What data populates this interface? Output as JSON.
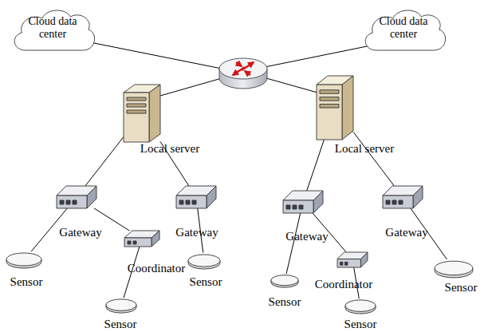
{
  "diagram": {
    "nodes": [
      {
        "text": [
          "Cloud data center"
        ]
      },
      {
        "text": [
          "Cloud data center"
        ]
      },
      {
        "text": [
          "Local server"
        ]
      },
      {
        "text": [
          "Local server"
        ]
      },
      {
        "text": [
          "Gateway"
        ]
      },
      {
        "text": [
          "Gateway"
        ]
      },
      {
        "text": [
          "Gateway"
        ]
      },
      {
        "text": [
          "Gateway"
        ]
      },
      {
        "text": [
          "Coordinator"
        ]
      },
      {
        "text": [
          "Coordinator"
        ]
      },
      {
        "text": [
          "Sensor"
        ]
      },
      {
        "text": [
          "Sensor"
        ]
      },
      {
        "text": [
          "Sensor"
        ]
      },
      {
        "text": [
          "Sensor"
        ]
      },
      {
        "text": [
          "Sensor"
        ]
      },
      {
        "text": [
          "Sensor"
        ]
      }
    ],
    "edges": [
      {
        "from": 2,
        "to": 4,
        "arrow": "none"
      },
      {
        "from": 2,
        "to": 5,
        "arrow": "none"
      },
      {
        "from": 3,
        "to": 6,
        "arrow": "none"
      },
      {
        "from": 3,
        "to": 7,
        "arrow": "none"
      },
      {
        "from": 4,
        "to": 10,
        "arrow": "none"
      },
      {
        "from": 4,
        "to": 8,
        "arrow": "none"
      },
      {
        "from": 8,
        "to": 14,
        "arrow": "none"
      },
      {
        "from": 5,
        "to": 11,
        "arrow": "none"
      },
      {
        "from": 6,
        "to": 12,
        "arrow": "none"
      },
      {
        "from": 6,
        "to": 9,
        "arrow": "none"
      },
      {
        "from": 9,
        "to": 15,
        "arrow": "none"
      },
      {
        "from": 7,
        "to": 13,
        "arrow": "none"
      }
    ]
  }
}
